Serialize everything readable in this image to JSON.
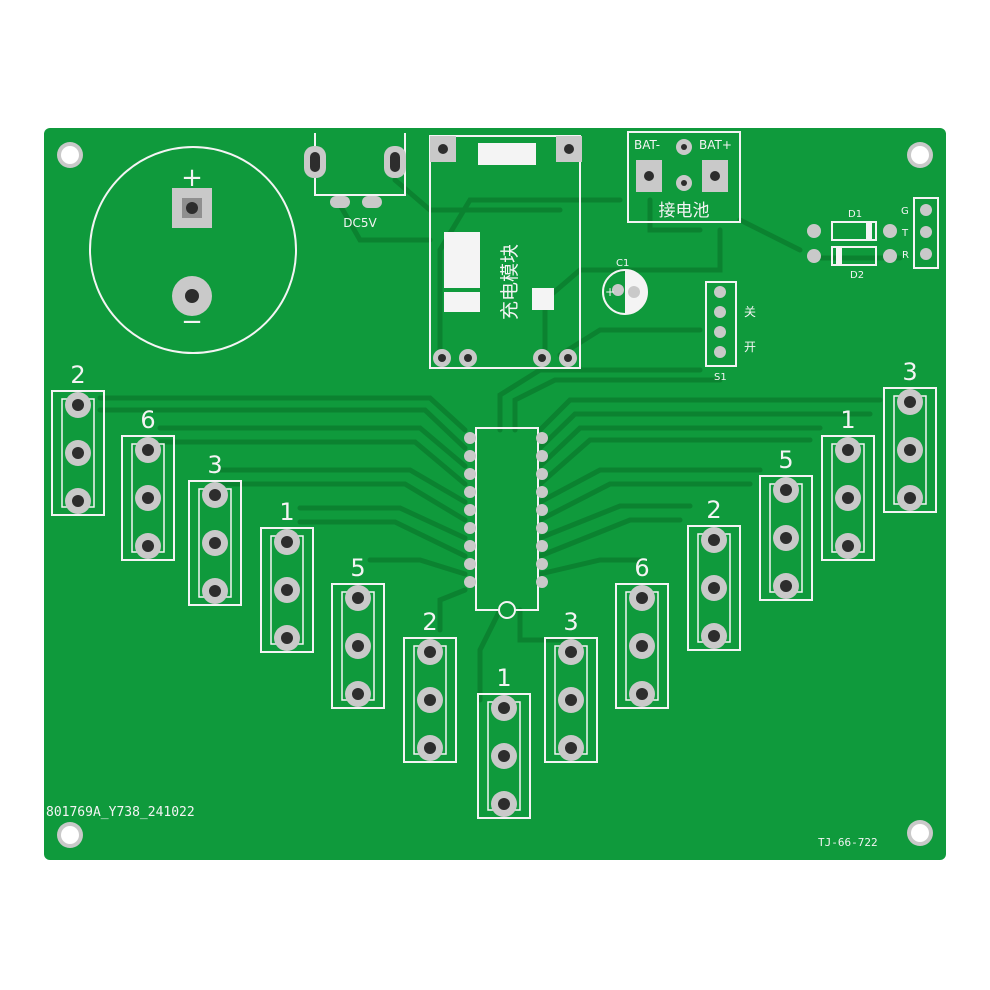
{
  "board": {
    "colors": {
      "background": "#ffffff",
      "board": "#0f9a3c",
      "trace": "#0b8230",
      "silkscreen": "#f4f4f4",
      "pad": "#c9c9c9",
      "pad_ring": "#8f8f8f",
      "hole": "#2d2d2d"
    },
    "labels": {
      "plus": "+",
      "minus": "−",
      "dc5v": "DC5V",
      "bat_minus": "BAT-",
      "bat_plus": "BAT+",
      "connect_battery": "接电池",
      "charge_module": "充电模块",
      "c1": "C1",
      "c1_plus": "+",
      "d1": "D1",
      "d2": "D2",
      "g": "G",
      "t": "T",
      "r": "R",
      "off": "关",
      "on": "开",
      "s1": "S1",
      "serial": "801769A_Y738_241022",
      "code": "TJ-66-722"
    },
    "led_numbers": [
      "2",
      "6",
      "3",
      "1",
      "5",
      "2",
      "1",
      "3",
      "6",
      "2",
      "5",
      "1",
      "3"
    ]
  }
}
